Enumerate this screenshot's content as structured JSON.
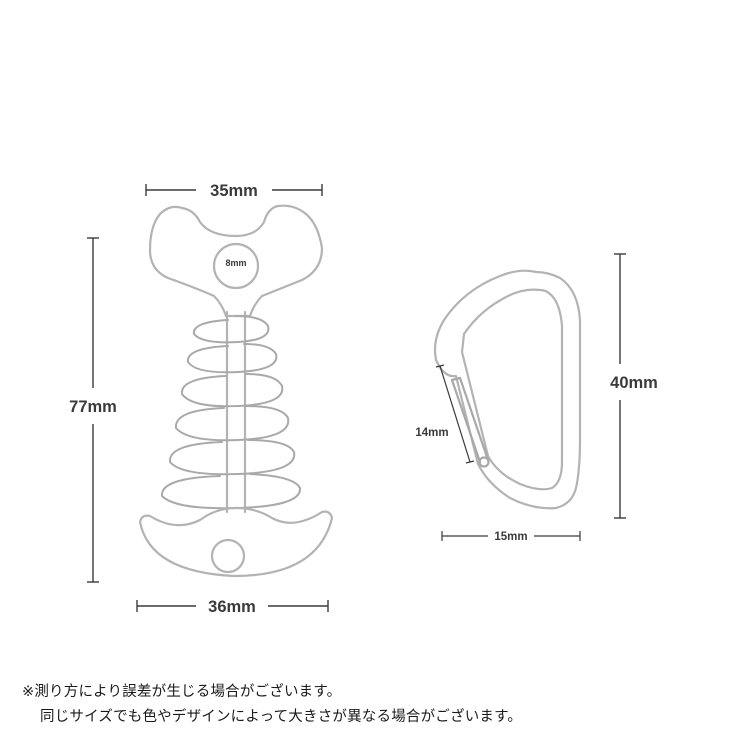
{
  "stake": {
    "width_top": "35mm",
    "hole": "8mm",
    "height": "77mm",
    "width_bottom": "36mm"
  },
  "carabiner": {
    "height": "40mm",
    "gate": "14mm",
    "width": "15mm"
  },
  "colors": {
    "outline": "#b3b3b3",
    "dimension_line": "#3a3a3a",
    "background": "#ffffff"
  },
  "notes": {
    "line1": "※測り方により誤差が生じる場合がございます。",
    "line2": "同じサイズでも色やデザインによって大きさが異なる場合がございます。"
  }
}
